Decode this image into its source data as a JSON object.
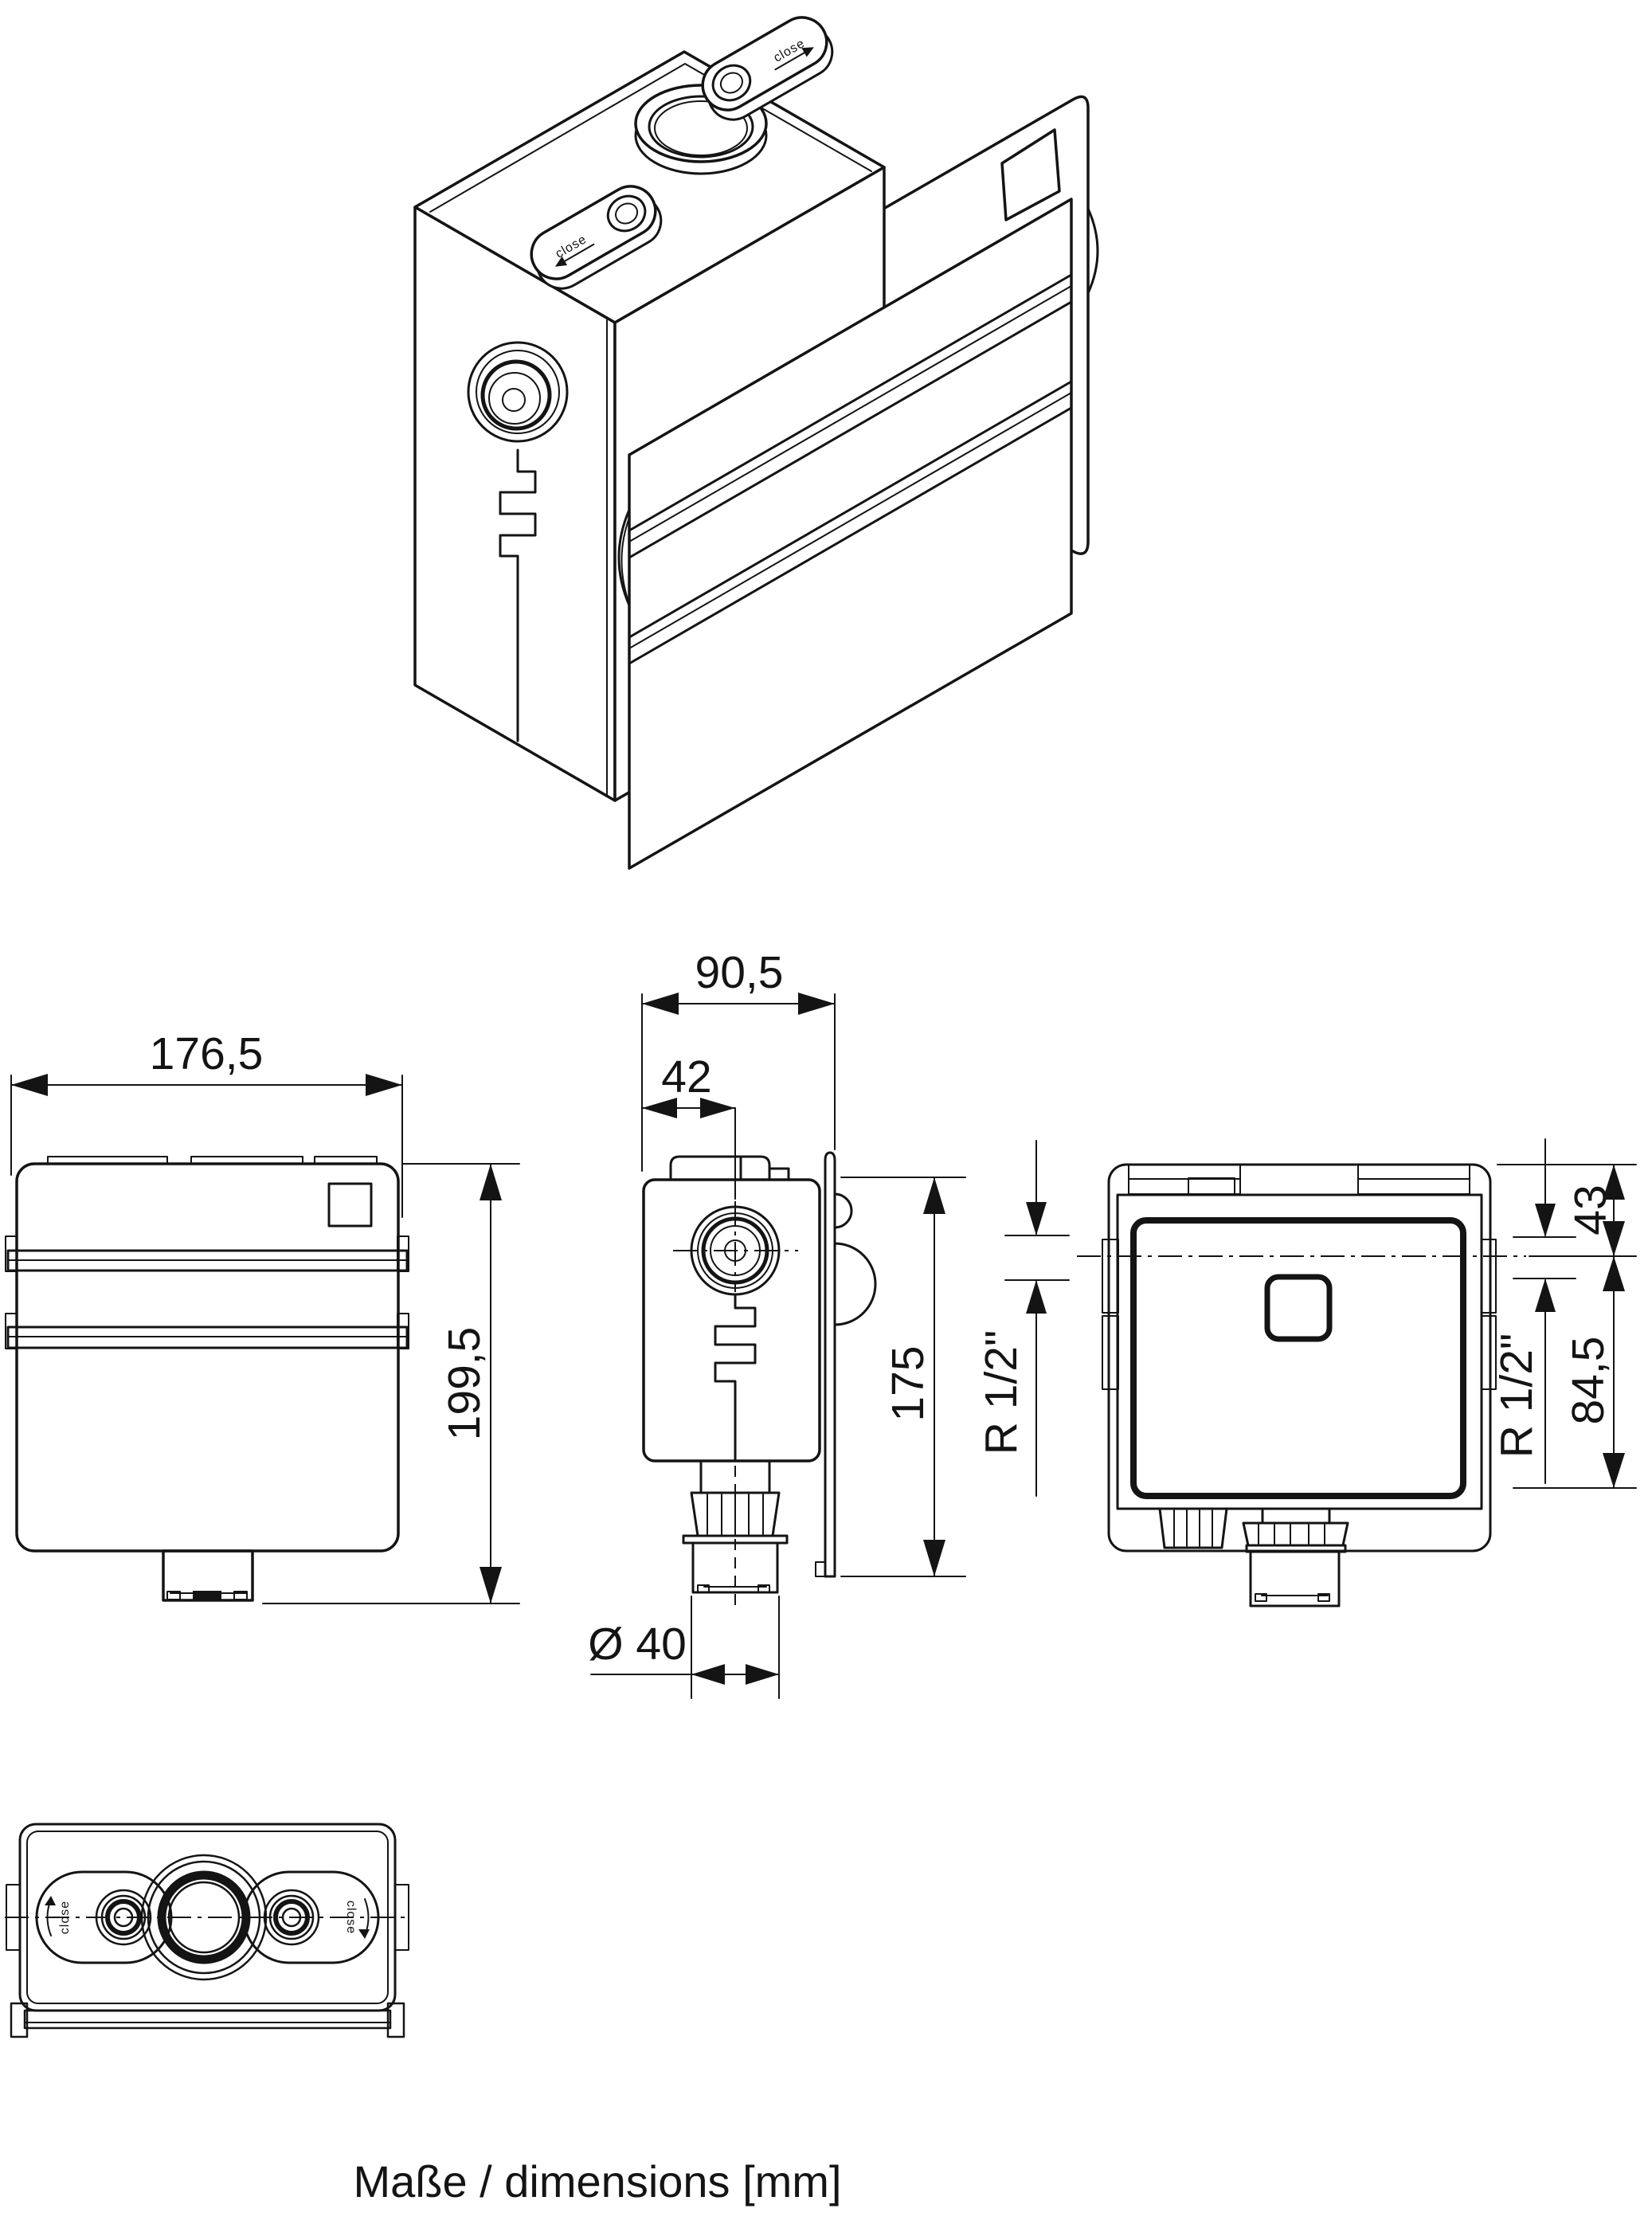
{
  "caption": "Maße / dimensions [mm]",
  "ink_color": "#141414",
  "front_view": {
    "dims": {
      "width": "176,5",
      "height": "199,5"
    }
  },
  "side_view": {
    "dims": {
      "depth": "90,5",
      "inlet_offset": "42",
      "height": "175",
      "drain_diameter": "Ø 40"
    }
  },
  "rear_view": {
    "dims": {
      "top_to_axis": "43",
      "axis_to_bottom": "84,5",
      "inlet_left": "R 1/2\"",
      "inlet_right": "R 1/2\""
    }
  },
  "iso_view": {
    "labels": {
      "close_left": "close",
      "close_right": "close"
    }
  },
  "bottom_view": {
    "labels": {
      "close_left": "close",
      "close_right": "close"
    }
  }
}
